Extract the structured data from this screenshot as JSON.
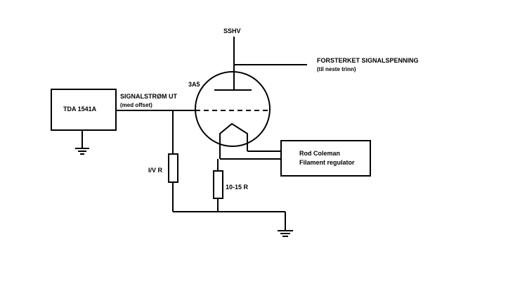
{
  "labels": {
    "supply": "SSHV",
    "output_line1": "FORSTERKET SIGNALSPENNING",
    "output_line2": "(til neste trinn)",
    "tube": "3A5",
    "signal_line1": "SIGNALSTRØM UT",
    "signal_line2": "(med offset)",
    "chip": "TDA 1541A",
    "iv_resistor": "I/V R",
    "cathode_resistor": "10-15 R",
    "regulator_line1": "Rod Coleman",
    "regulator_line2": "Filament regulator"
  },
  "colors": {
    "line": "#000000",
    "background": "#ffffff"
  }
}
